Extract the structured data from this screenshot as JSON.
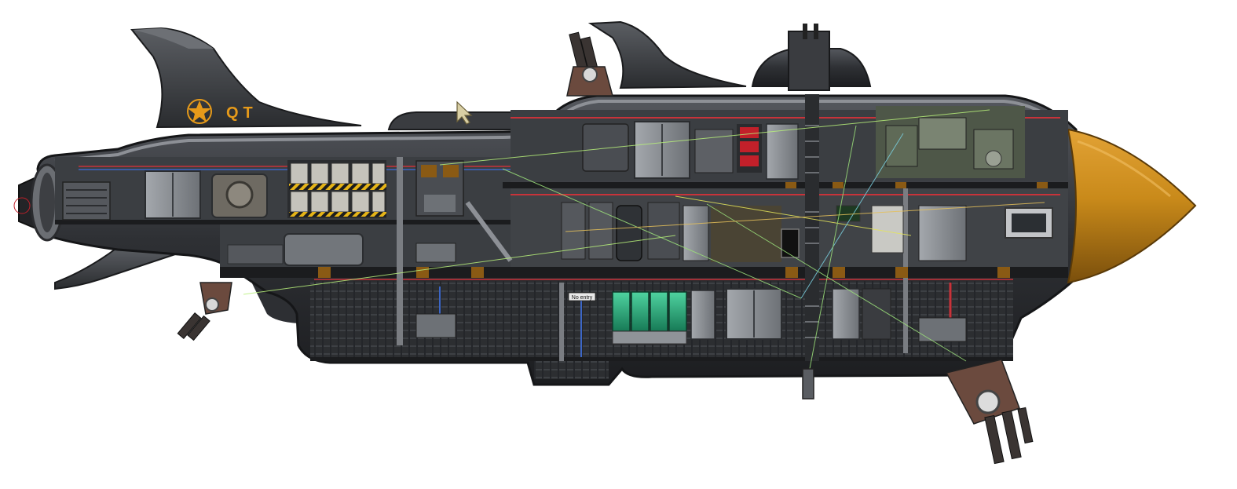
{
  "hull_marking": {
    "text": "QT",
    "emblem_icon": "star-emblem",
    "color": "#e69a1a"
  },
  "signs": {
    "no_entry": "No entry"
  },
  "editor": {
    "cursor_icon": "arrow-cursor"
  },
  "colors": {
    "hull_dark": "#2b2d30",
    "hull_rim": "#8d9096",
    "interior": "#3b3e42",
    "deck": "#1b1c1e",
    "nose_cone": "#c98a1a",
    "locker": "#8f9398",
    "supply_green": "#2aa37a",
    "warning_red": "#c2202a",
    "hazard_yellow": "#e5b417",
    "wire_red": "#c8333a",
    "wire_blue": "#3c66c6",
    "wire_green": "#9be07a"
  }
}
